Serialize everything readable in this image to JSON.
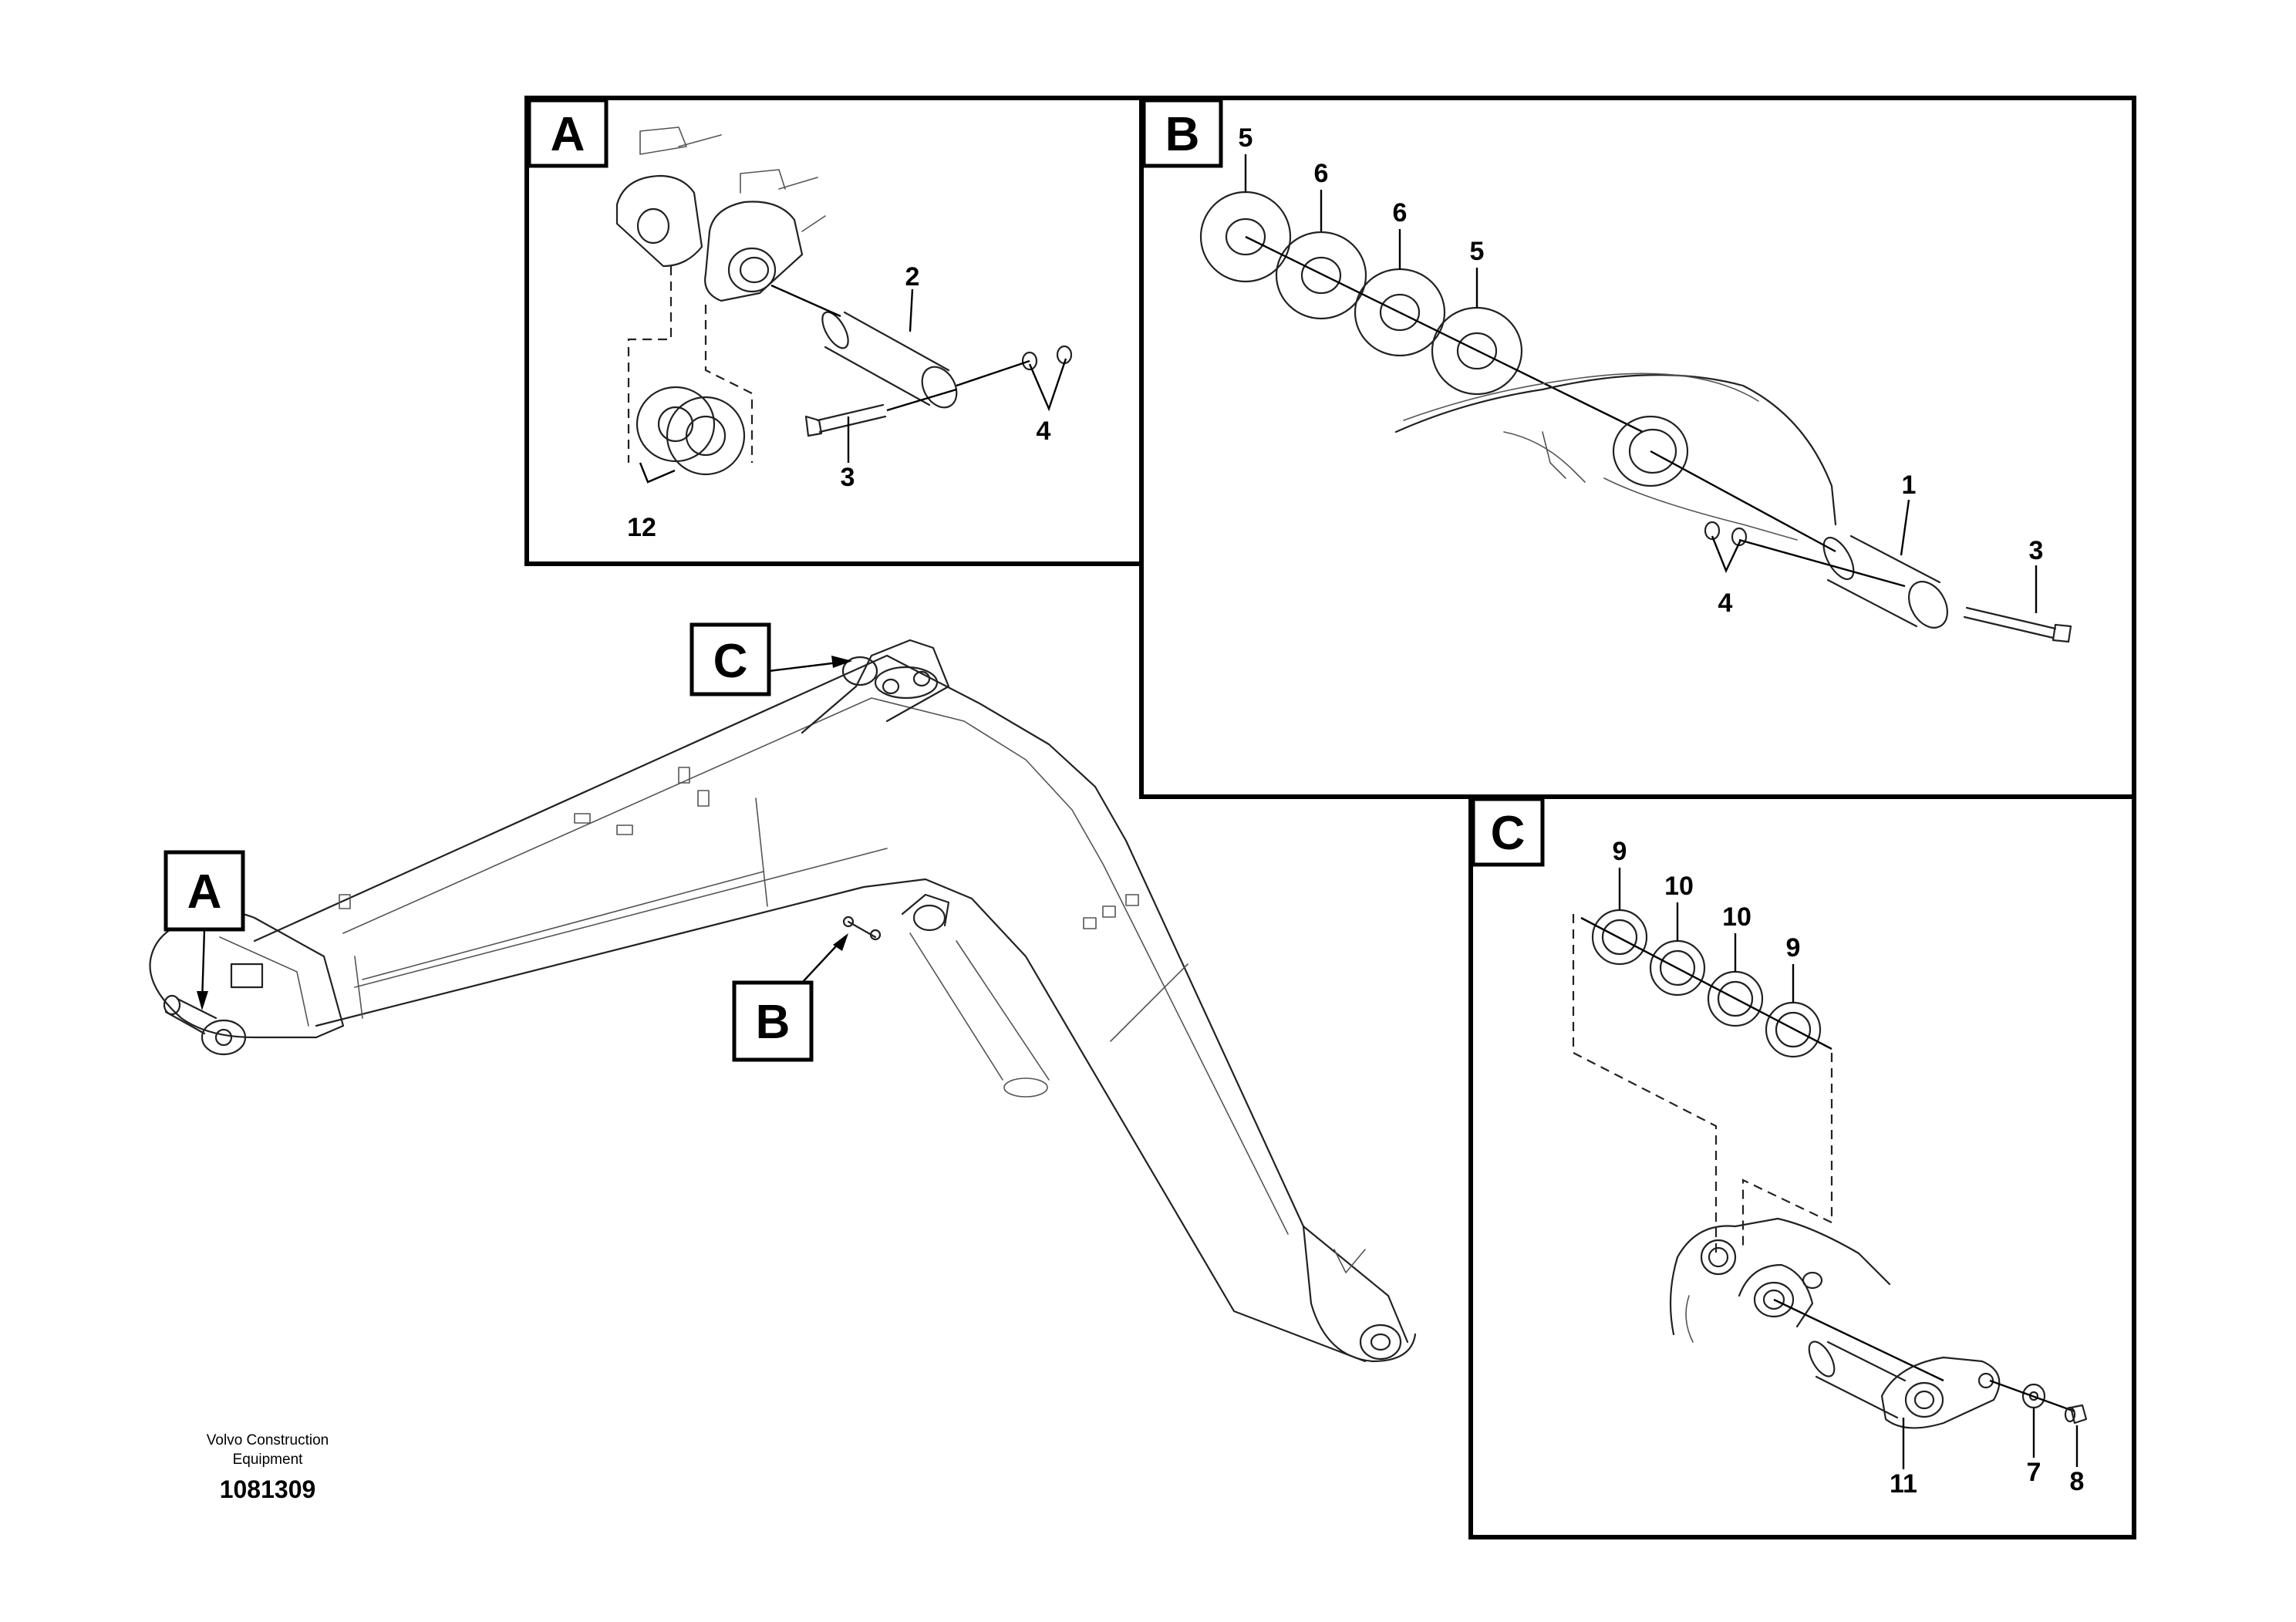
{
  "panels": {
    "a": {
      "letter": "A"
    },
    "b": {
      "letter": "B"
    },
    "c": {
      "letter": "C"
    }
  },
  "callouts": {
    "a": "A",
    "b": "B",
    "c": "C"
  },
  "part_numbers": {
    "a_pin": "2",
    "a_bolt": "3",
    "a_nuts": "4",
    "a_shims": "12",
    "b_shim_1": "5",
    "b_shim_2": "6",
    "b_shim_3": "6",
    "b_shim_4": "5",
    "b_pin": "1",
    "b_nuts": "4",
    "b_bolt": "3",
    "c_shim_1": "9",
    "c_shim_2": "10",
    "c_shim_3": "10",
    "c_shim_4": "9",
    "c_pin": "11",
    "c_washer": "7",
    "c_screw": "8"
  },
  "footer": {
    "maker_line1": "Volvo Construction",
    "maker_line2": "Equipment",
    "drawing_number": "1081309"
  }
}
